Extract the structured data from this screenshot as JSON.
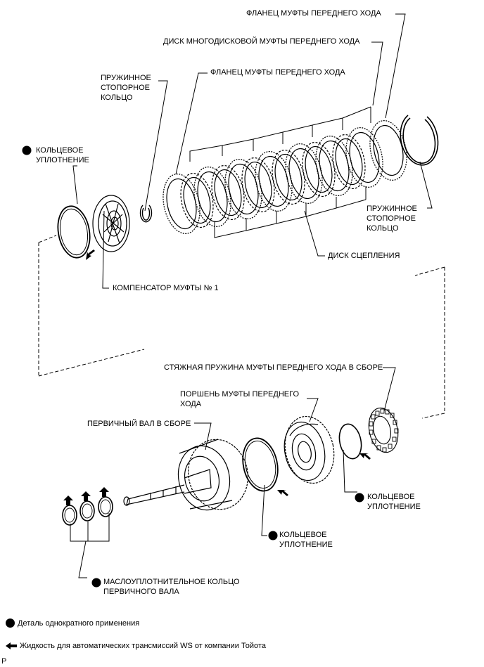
{
  "labels": {
    "flange_top": "ФЛАНЕЦ МУФТЫ ПЕРЕДНЕГО ХОДА",
    "multidisc": "ДИСК МНОГОДИСКОВОЙ МУФТЫ ПЕРЕДНЕГО ХОДА",
    "flange_mid": "ФЛАНЕЦ МУФТЫ ПЕРЕДНЕГО ХОДА",
    "snap_ring_left": [
      "ПРУЖИННОЕ",
      "СТОПОРНОЕ",
      "КОЛЬЦО"
    ],
    "o_ring_top": [
      "КОЛЬЦЕВОЕ",
      "УПЛОТНЕНИЕ"
    ],
    "snap_ring_right": [
      "ПРУЖИННОЕ",
      "СТОПОРНОЕ",
      "КОЛЬЦО"
    ],
    "clutch_disc": "ДИСК СЦЕПЛЕНИЯ",
    "compensator": "КОМПЕНСАТОР МУФТЫ № 1",
    "return_spring": "СТЯЖНАЯ ПРУЖИНА МУФТЫ ПЕРЕДНЕГО ХОДА В СБОРЕ",
    "piston": [
      "ПОРШЕНЬ МУФТЫ ПЕРЕДНЕГО",
      "ХОДА"
    ],
    "input_shaft": "ПЕРВИЧНЫЙ ВАЛ В СБОРЕ",
    "o_ring_right": [
      "КОЛЬЦЕВОЕ",
      "УПЛОТНЕНИЕ"
    ],
    "o_ring_bottom": [
      "КОЛЬЦЕВОЕ",
      "УПЛОТНЕНИЕ"
    ],
    "oil_seal_ring": [
      "МАСЛОУПЛОТНИТЕЛЬНОЕ КОЛЬЦО",
      "ПЕРВИЧНОГО ВАЛА"
    ]
  },
  "legend": {
    "non_reusable": "Деталь однократного применения",
    "atf": "Жидкость для автоматических трансмиссий WS от компании Тойота"
  },
  "corner_mark": "P",
  "icons": {
    "non_reusable": "filled-circle-icon",
    "atf": "left-arrow-icon"
  },
  "colors": {
    "line": "#000000",
    "background": "#ffffff"
  }
}
